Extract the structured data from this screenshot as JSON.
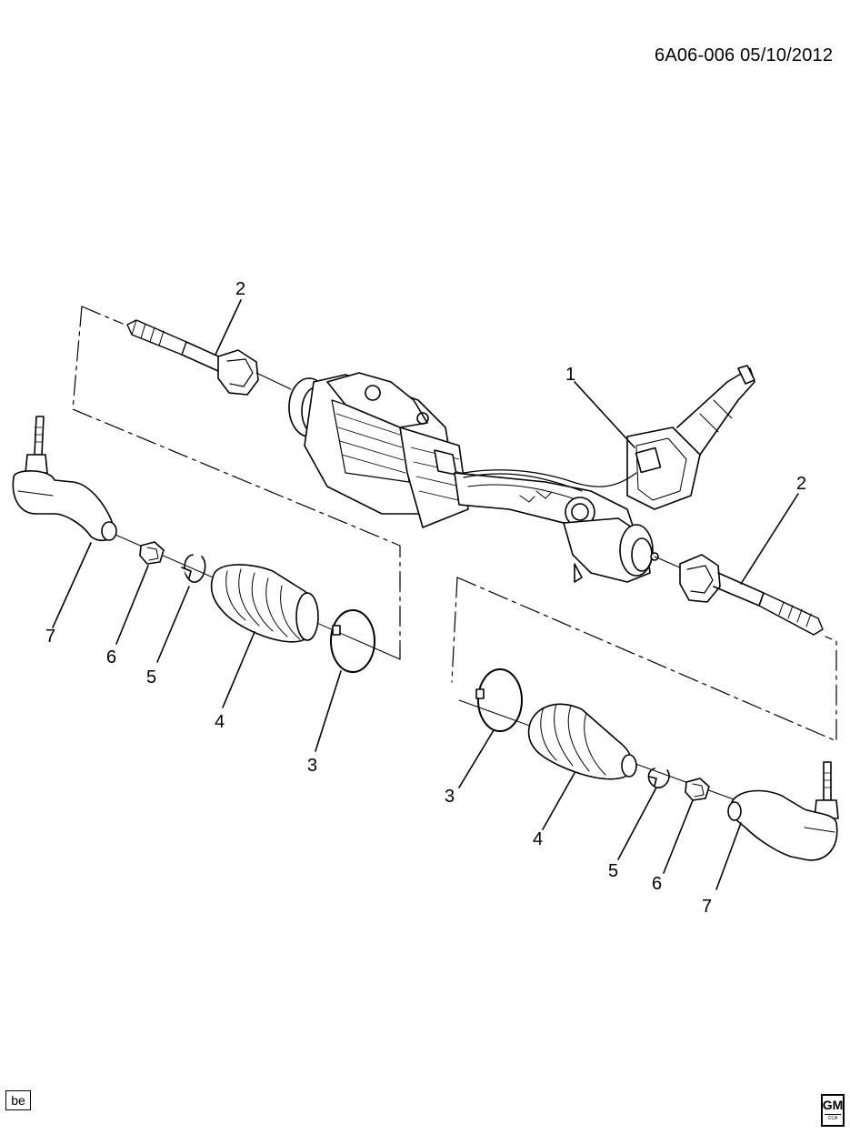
{
  "header": {
    "diagram_code": "6A06-006 05/10/2012"
  },
  "footer": {
    "badge": "be",
    "logo_text": "GM",
    "logo_sub": "CCA"
  },
  "callouts": {
    "c1": "1",
    "c2_top": "2",
    "c2_right": "2",
    "c3_left": "3",
    "c3_right": "3",
    "c4_left": "4",
    "c4_right": "4",
    "c5_left": "5",
    "c5_right": "5",
    "c6_left": "6",
    "c6_right": "6",
    "c7_left": "7",
    "c7_right": "7"
  }
}
